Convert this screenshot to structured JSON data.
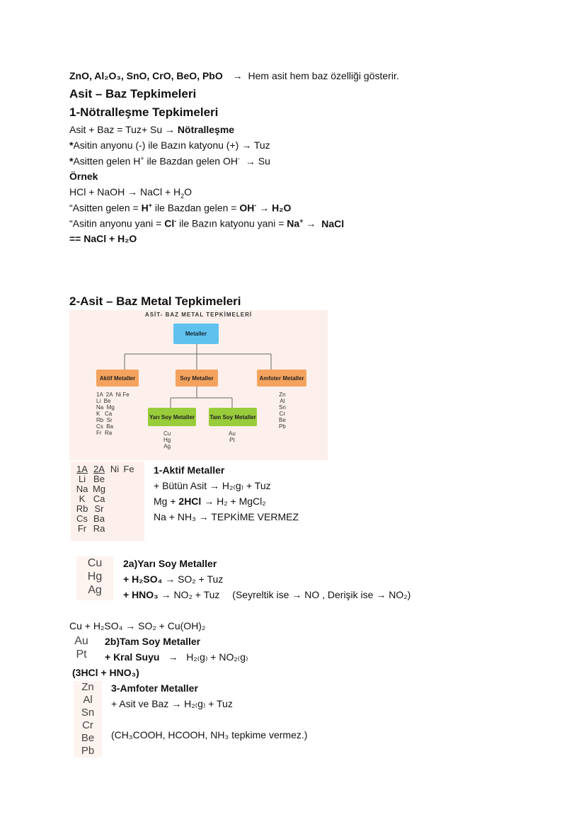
{
  "intro": {
    "oxides": "ZnO, Al₂O₃, SnO, CrO, BeO, PbO",
    "arrow": "→",
    "oxides_text": "Hem asit hem baz özelliği gösterir."
  },
  "section_title": "Asit – Baz Tepkimeleri",
  "neutralization": {
    "title": "1-Nötralleşme Tepkimeleri",
    "line1_a": "Asit + Baz = Tuz+ Su",
    "line1_b": "Nötralleşme",
    "line2_star": "*",
    "line2": "Asitin anyonu (-) ile Bazın katyonu (+)",
    "line2_end": "Tuz",
    "line3_star": "*",
    "line3_a": "Asitten gelen H",
    "line3_sup": "+",
    "line3_b": " ile Bazdan gelen OH",
    "line3_sup2": "-",
    "line3_end": "Su",
    "example_label": "Örnek",
    "example_eq_a": "HCl + NaOH",
    "example_eq_b": "NaCl + H",
    "example_eq_sub": "2",
    "example_eq_c": "O",
    "q1_a": "“Asitten gelen = ",
    "q1_h": "H",
    "q1_b": " ile Bazdan gelen = ",
    "q1_oh": "OH",
    "q1_end": "H₂O",
    "q2_a": "“Asitin anyonu yani = ",
    "q2_cl": "Cl",
    "q2_b": "  ile Bazın katyonu yani = ",
    "q2_na": "Na",
    "q2_end": "NaCl",
    "result": "== NaCl + H₂O"
  },
  "metal_section": {
    "title": "2-Asit – Baz Metal Tepkimeleri",
    "diagram": {
      "title": "ASİT- BAZ METAL TEPKİMELERİ",
      "root": "Metaller",
      "active": "Aktif Metaller",
      "noble": "Soy Metaller",
      "amphoteric": "Amfoter Metaller",
      "semi_noble": "Yarı Soy Metaller",
      "full_noble": "Tam Soy Metaller",
      "active_elements": "1A  2A  Ni Fe\nLi  Be\nNa  Mg\nK   Ca\nRb  Sr\nCs  Ba\nFr  Ra",
      "semi_elements": "Cu\nHg\nAg",
      "full_elements": "Au\nPt",
      "amph_elements": "Zn\nAl\nSn\nCr\nBe\nPb"
    }
  },
  "active_table": {
    "header": [
      "1A",
      "2A",
      "Ni",
      "Fe"
    ],
    "rows": [
      [
        "Li",
        "Be"
      ],
      [
        "Na",
        "Mg"
      ],
      [
        "K",
        "Ca"
      ],
      [
        "Rb",
        "Sr"
      ],
      [
        "Cs",
        "Ba"
      ],
      [
        "Fr",
        "Ra"
      ]
    ]
  },
  "active": {
    "title": "1-Aktif Metaller",
    "l1_a": "+ Bütün Asit",
    "l1_b": "H₂₍g₎ + Tuz",
    "l2_a": "Mg + ",
    "l2_b": "2HCl",
    "l2_c": "H₂ + MgCl₂",
    "l3_a": "Na + NH₃",
    "l3_b": "TEPKİME VERMEZ"
  },
  "semi": {
    "elements": [
      "Cu",
      "Hg",
      "Ag"
    ],
    "title": "2a)Yarı Soy Metaller",
    "l1_a": "+ H₂SO₄",
    "l1_b": "SO₂ + Tuz",
    "l2_a": "+ HNO₃",
    "l2_b": "NO₂ + Tuz",
    "l2_c": "(Seyreltik ise",
    "l2_d": "NO   ,  Derişik ise",
    "l2_e": "NO₂)"
  },
  "cu_eq_a": "Cu + H₂SO₄",
  "cu_eq_b": "SO₂ + Cu(OH)₂",
  "full": {
    "elements": [
      "Au",
      "Pt"
    ],
    "title": "2b)Tam Soy Metaller",
    "l1_a": "+ Kral Suyu",
    "l1_b": "H₂₍g₎ + NO₂₍g₎",
    "aqua": "(3HCl + HNO₃)"
  },
  "amph": {
    "elements": [
      "Zn",
      "Al",
      "Sn",
      "Cr",
      "Be",
      "Pb"
    ],
    "title": "3-Amfoter Metaller",
    "l1_a": "+ Asit ve Baz",
    "l1_b": "H₂₍g₎ + Tuz",
    "note": "(CH₃COOH, HCOOH, NH₃ tepkime vermez.)"
  },
  "arrow": "→"
}
